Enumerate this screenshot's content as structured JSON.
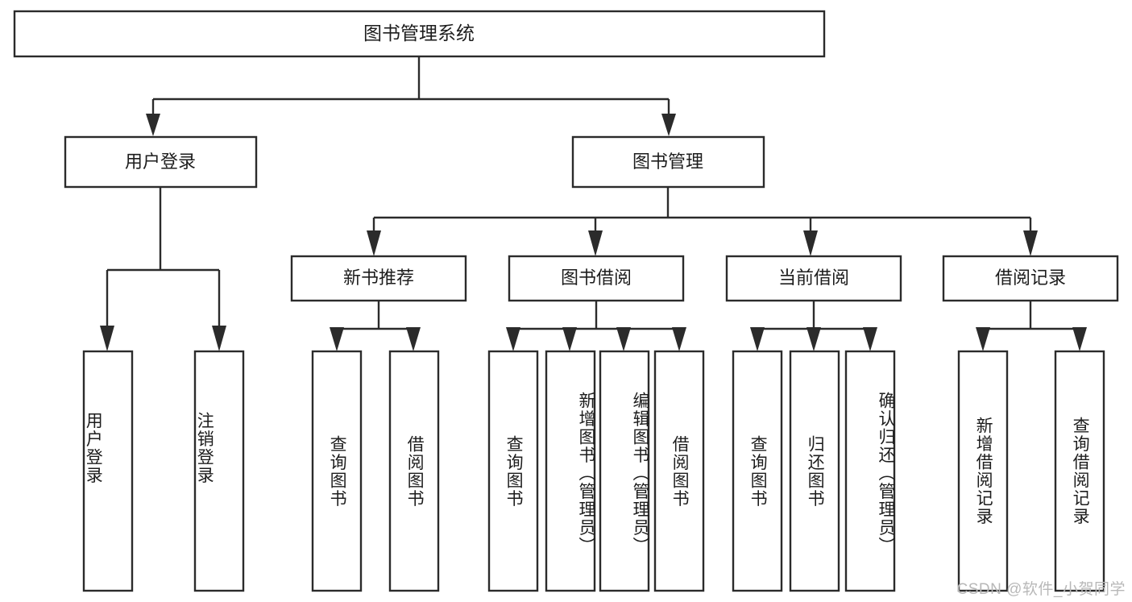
{
  "diagram": {
    "title": "图书管理系统",
    "type": "hierarchy-tree",
    "watermark": "CSDN @软件_小贺同学",
    "colors": {
      "box_fill": "#ffffff",
      "box_stroke": "#2b2b2b",
      "text": "#1d1d1d",
      "watermark": "#b8b8b8",
      "background": "#ffffff"
    },
    "root": {
      "label": "图书管理系统"
    },
    "level2": [
      {
        "label": "用户登录"
      },
      {
        "label": "图书管理"
      }
    ],
    "level3": [
      {
        "label": "新书推荐"
      },
      {
        "label": "图书借阅"
      },
      {
        "label": "当前借阅"
      },
      {
        "label": "借阅记录"
      }
    ],
    "leaves": {
      "user_login": [
        {
          "label": "用户登录"
        },
        {
          "label": "注销登录"
        }
      ],
      "new_book_recommend": [
        {
          "label": "查询图书"
        },
        {
          "label": "借阅图书"
        }
      ],
      "book_borrow": [
        {
          "label": "查询图书"
        },
        {
          "label": "新增图书（管理员）"
        },
        {
          "label": "编辑图书（管理员）"
        },
        {
          "label": "借阅图书"
        }
      ],
      "current_borrow": [
        {
          "label": "查询图书"
        },
        {
          "label": "归还图书"
        },
        {
          "label": "确认归还（管理员）"
        }
      ],
      "borrow_record": [
        {
          "label": "新增借阅记录"
        },
        {
          "label": "查询借阅记录"
        }
      ]
    }
  }
}
